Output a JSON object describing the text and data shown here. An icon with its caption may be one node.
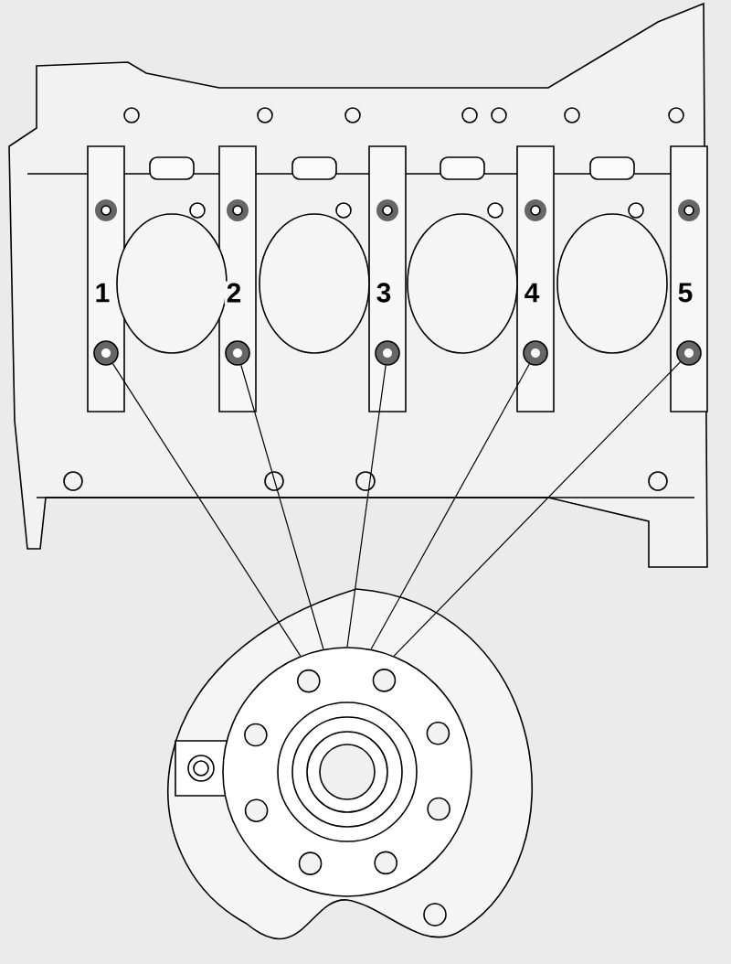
{
  "diagram": {
    "nodes": [
      {
        "text": [],
        "shape": "circle"
      },
      {
        "text": [],
        "shape": "circle"
      },
      {
        "text": [],
        "shape": "circle"
      },
      {
        "text": [],
        "shape": "circle"
      },
      {
        "text": [],
        "shape": "circle"
      },
      {
        "text": [],
        "shape": "picture"
      }
    ],
    "edges": [
      {
        "from": 0,
        "to": 5,
        "arrow": "none"
      },
      {
        "from": 1,
        "to": 5,
        "arrow": "none"
      },
      {
        "from": 2,
        "to": 5,
        "arrow": "none"
      },
      {
        "from": 3,
        "to": 5,
        "arrow": "none"
      },
      {
        "from": 4,
        "to": 5,
        "arrow": "none"
      }
    ],
    "labels": [
      "1",
      "2",
      "3",
      "4",
      "5"
    ]
  }
}
